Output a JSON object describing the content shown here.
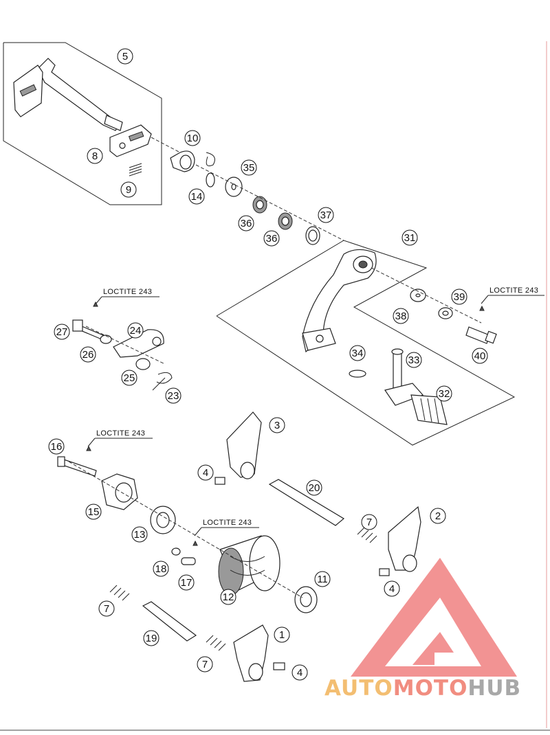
{
  "diagram": {
    "part_numbers": {
      "p1": "1",
      "p2": "2",
      "p3": "3",
      "p4a": "4",
      "p4b": "4",
      "p4c": "4",
      "p5": "5",
      "p7a": "7",
      "p7b": "7",
      "p7c": "7",
      "p8": "8",
      "p9": "9",
      "p10": "10",
      "p11": "11",
      "p12": "12",
      "p13": "13",
      "p14": "14",
      "p15": "15",
      "p16": "16",
      "p17": "17",
      "p18": "18",
      "p19": "19",
      "p20": "20",
      "p23": "23",
      "p24": "24",
      "p25": "25",
      "p26": "26",
      "p27": "27",
      "p31": "31",
      "p32": "32",
      "p33": "33",
      "p34": "34",
      "p35": "35",
      "p36a": "36",
      "p36b": "36",
      "p37": "37",
      "p38": "38",
      "p39": "39",
      "p40": "40"
    },
    "loctite": {
      "a": "LOCTITE 243",
      "b": "LOCTITE 243",
      "c": "LOCTITE 243",
      "d": "LOCTITE 243"
    }
  },
  "watermark": {
    "part1": "AUTO",
    "part2": "MOTO",
    "part3": "HUB",
    "color_auto": "#f2b35a",
    "color_moto": "#ef7a6a",
    "color_hub": "#9a9a9a",
    "logo_color": "#ee6f6f"
  }
}
